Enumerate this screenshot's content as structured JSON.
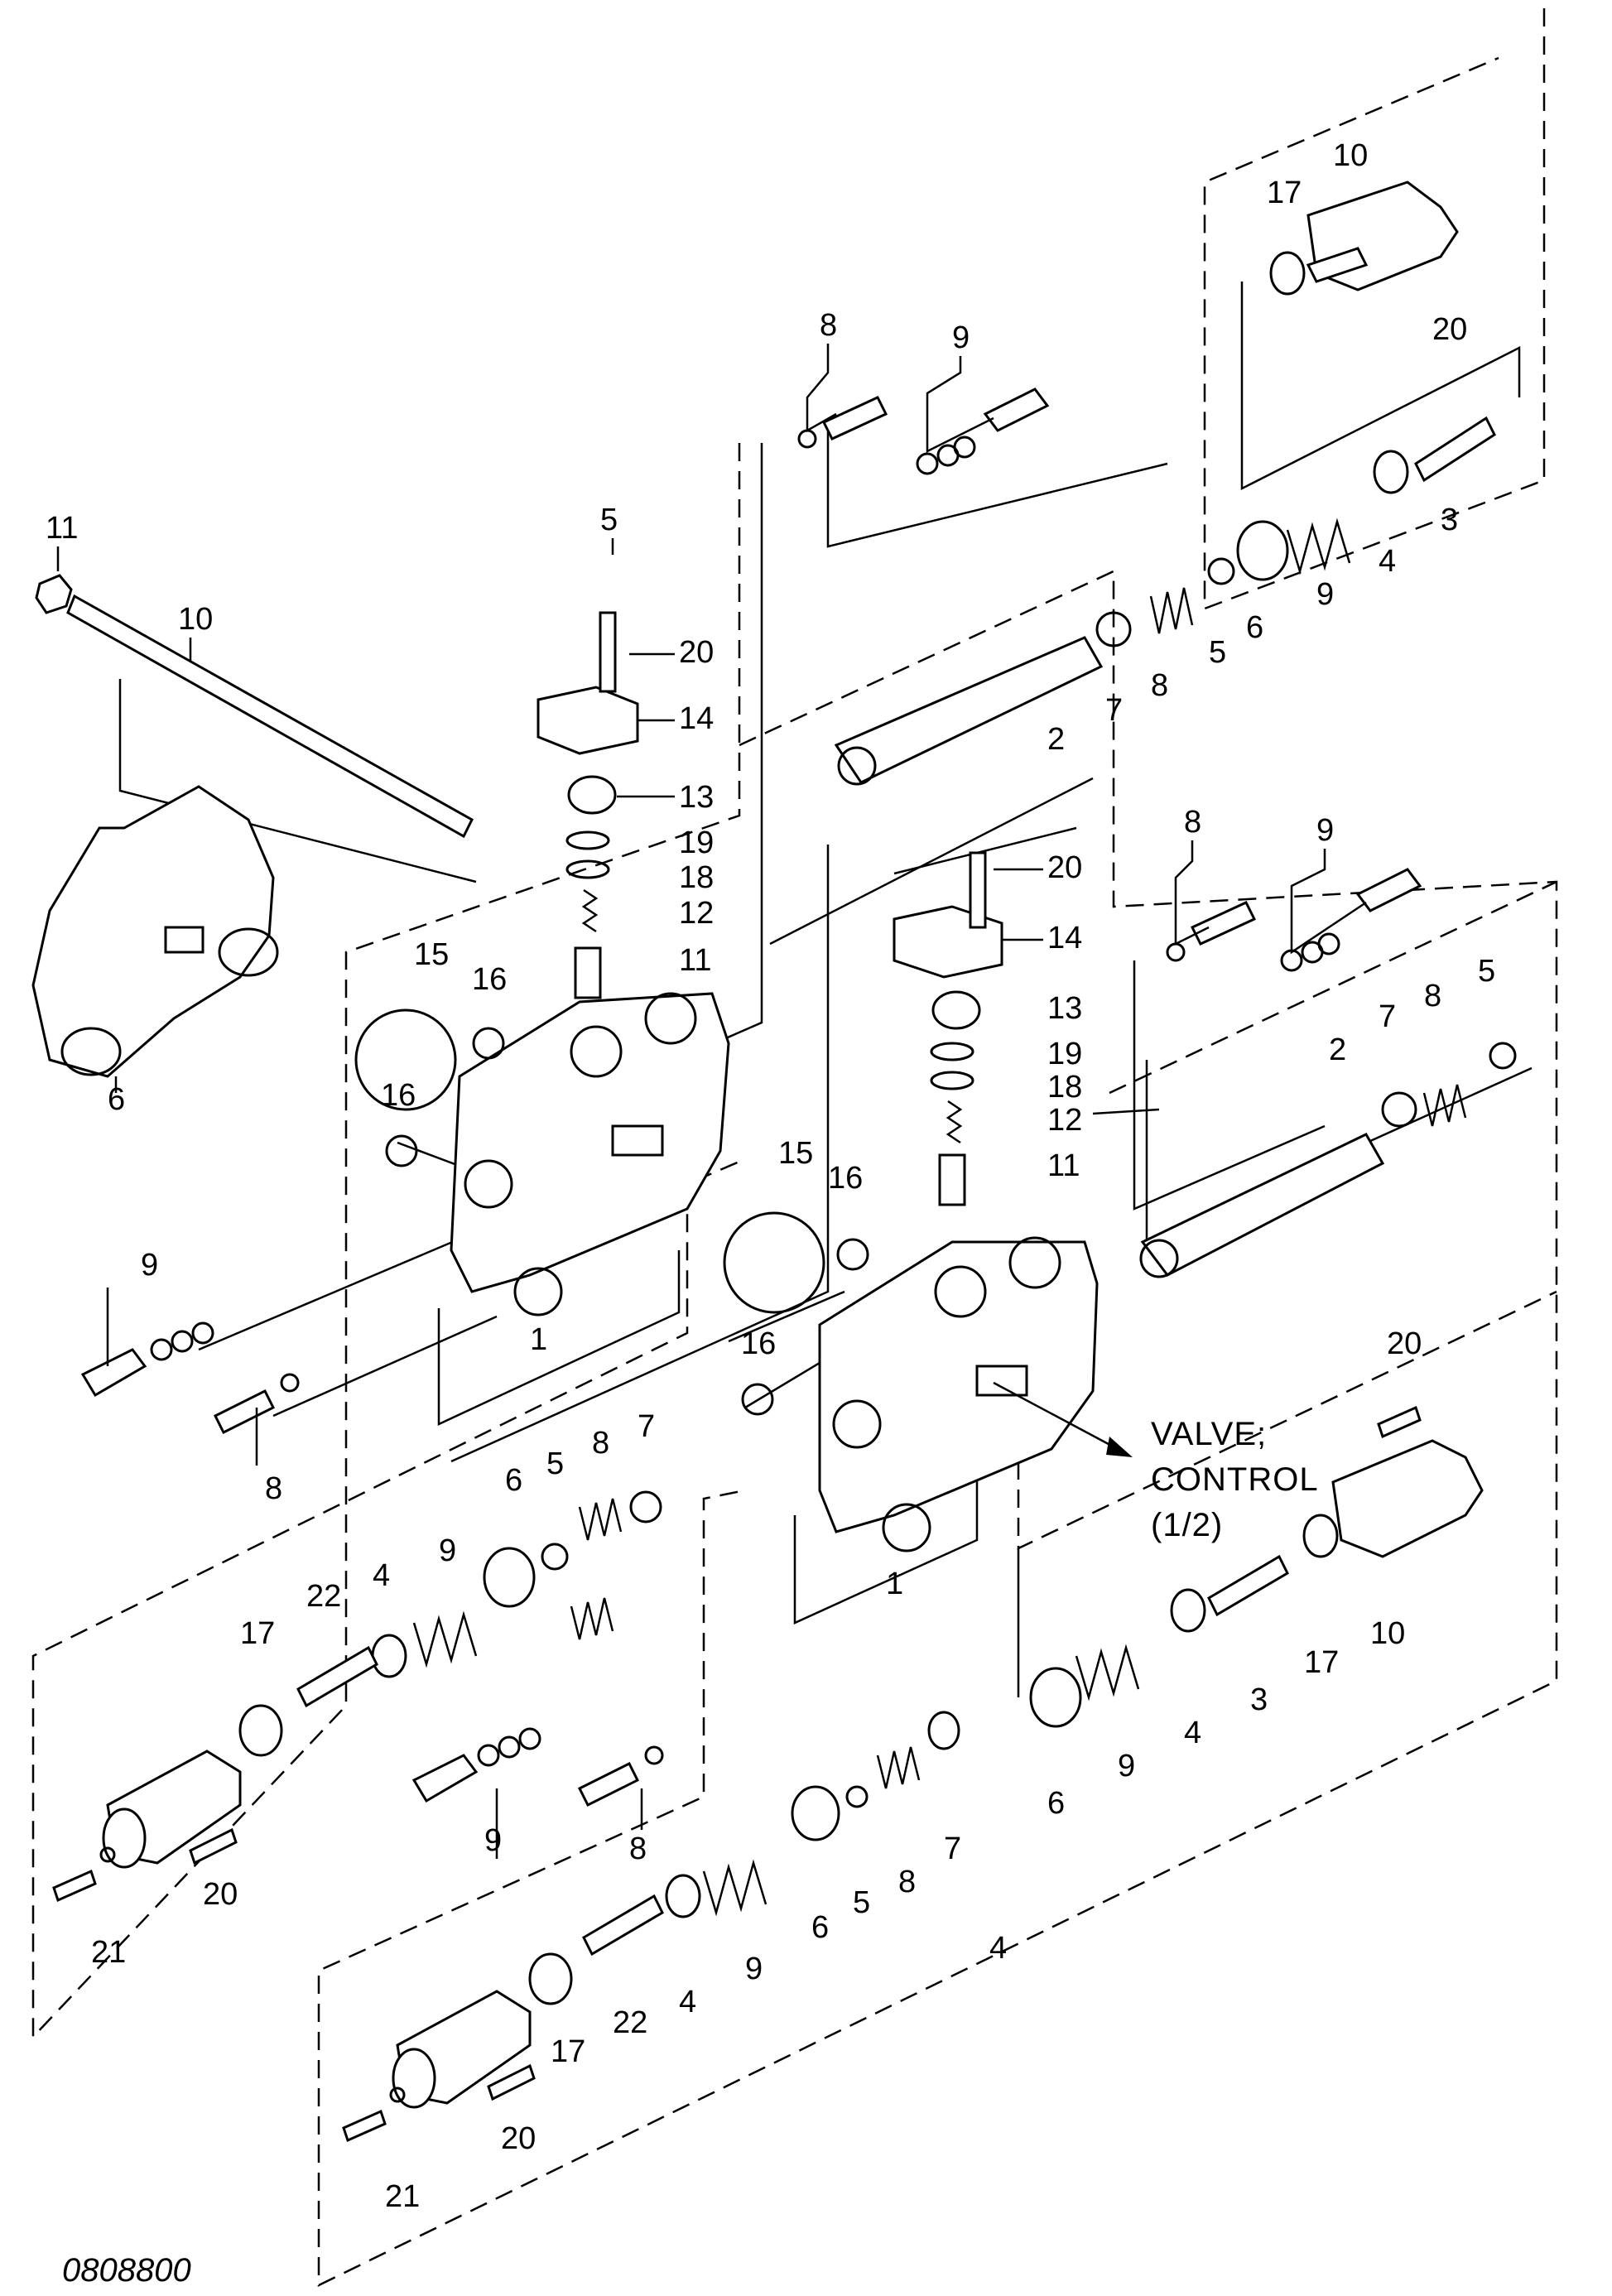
{
  "diagram": {
    "document_code": "0808800",
    "reference_note": {
      "line1": "VALVE;",
      "line2": "CONTROL",
      "line3": "(1/2)"
    },
    "callouts": {
      "c11a": "11",
      "c10a": "10",
      "c6a": "6",
      "c5a": "5",
      "c20a": "20",
      "c14a": "14",
      "c13a": "13",
      "c19a": "19",
      "c18a": "18",
      "c12a": "12",
      "c11b": "11",
      "c15a": "15",
      "c16a": "16",
      "c16b": "16",
      "c1a": "1",
      "c9a": "9",
      "c8a": "8",
      "c8b": "8",
      "c9b": "9",
      "c17a": "17",
      "c10b": "10",
      "c20b": "20",
      "c3a": "3",
      "c4a": "4",
      "c9c": "9",
      "c6b": "6",
      "c5b": "5",
      "c8c": "8",
      "c7a": "7",
      "c2a": "2",
      "c20c": "20",
      "c14b": "14",
      "c13b": "13",
      "c19b": "19",
      "c18b": "18",
      "c12b": "12",
      "c11c": "11",
      "c8d": "8",
      "c9d": "9",
      "c5c": "5",
      "c8e": "8",
      "c7b": "7",
      "c2b": "2",
      "c15b": "15",
      "c16c": "16",
      "c16d": "16",
      "c1b": "1",
      "c9e": "9",
      "c6c": "6",
      "c5d": "5",
      "c8f": "8",
      "c7c": "7",
      "c4b": "4",
      "c22a": "22",
      "c17b": "17",
      "c20d": "20",
      "c21a": "21",
      "c9f": "9",
      "c8g": "8",
      "c20e": "20",
      "c10c": "10",
      "c17c": "17",
      "c3b": "3",
      "c4c": "4",
      "c9g": "9",
      "c6d": "6",
      "c8h": "8",
      "c7d": "7",
      "c5e": "5",
      "c6e": "6",
      "c9h": "9",
      "c4d": "4",
      "c22b": "22",
      "c17d": "17",
      "c20f": "20",
      "c21b": "21",
      "c4e": "4"
    }
  }
}
